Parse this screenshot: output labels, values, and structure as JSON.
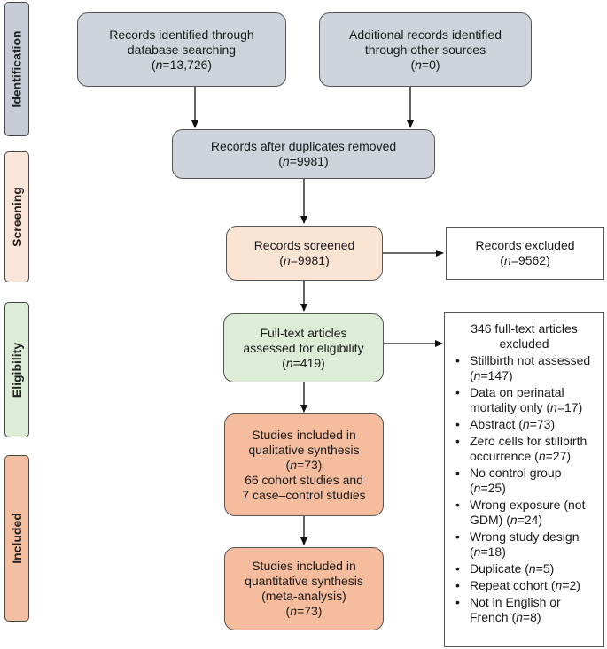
{
  "stages": {
    "identification": "Identification",
    "screening": "Screening",
    "eligibility": "Eligibility",
    "included": "Included"
  },
  "boxes": {
    "database": {
      "line1": "Records identified through",
      "line2": "database searching",
      "n_prefix": "n",
      "n_value": "=13,726"
    },
    "other_sources": {
      "line1": "Additional records identified",
      "line2": "through other sources",
      "n_prefix": "n",
      "n_value": "=0"
    },
    "duplicates_removed": {
      "line1": "Records after duplicates removed",
      "n_prefix": "n",
      "n_value": "=9981"
    },
    "screened": {
      "line1": "Records screened",
      "n_prefix": "n",
      "n_value": "=9981"
    },
    "excluded": {
      "line1": "Records excluded",
      "n_prefix": "n",
      "n_value": "=9562"
    },
    "full_text": {
      "line1": "Full-text articles",
      "line2": "assessed for eligibility",
      "n_prefix": "n",
      "n_value": "=419"
    },
    "qualitative": {
      "line1": "Studies included in",
      "line2": "qualitative synthesis",
      "n_prefix": "n",
      "n_value": "=73",
      "line4": "66 cohort studies and",
      "line5": "7 case–control studies"
    },
    "quantitative": {
      "line1": "Studies included in",
      "line2": "quantitative synthesis",
      "line3": "(meta-analysis)",
      "n_prefix": "n",
      "n_value": "=73"
    }
  },
  "full_text_excluded": {
    "heading1": "346 full-text articles",
    "heading2": "excluded",
    "items": [
      {
        "text": "Stillbirth not assessed (",
        "n_prefix": "n",
        "n_value": "=147)"
      },
      {
        "text": "Data on perinatal mortality only (",
        "n_prefix": "n",
        "n_value": "=17)"
      },
      {
        "text": "Abstract (",
        "n_prefix": "n",
        "n_value": "=73)"
      },
      {
        "text": "Zero cells for stillbirth occurrence (",
        "n_prefix": "n",
        "n_value": "=27)"
      },
      {
        "text": "No control group (",
        "n_prefix": "n",
        "n_value": "=25)"
      },
      {
        "text": "Wrong exposure (not GDM) (",
        "n_prefix": "n",
        "n_value": "=24)"
      },
      {
        "text": "Wrong study design (",
        "n_prefix": "n",
        "n_value": "=18)"
      },
      {
        "text": "Duplicate (",
        "n_prefix": "n",
        "n_value": "=5)"
      },
      {
        "text": "Repeat cohort (",
        "n_prefix": "n",
        "n_value": "=2)"
      },
      {
        "text": "Not in English or French (",
        "n_prefix": "n",
        "n_value": "=8)"
      }
    ]
  }
}
